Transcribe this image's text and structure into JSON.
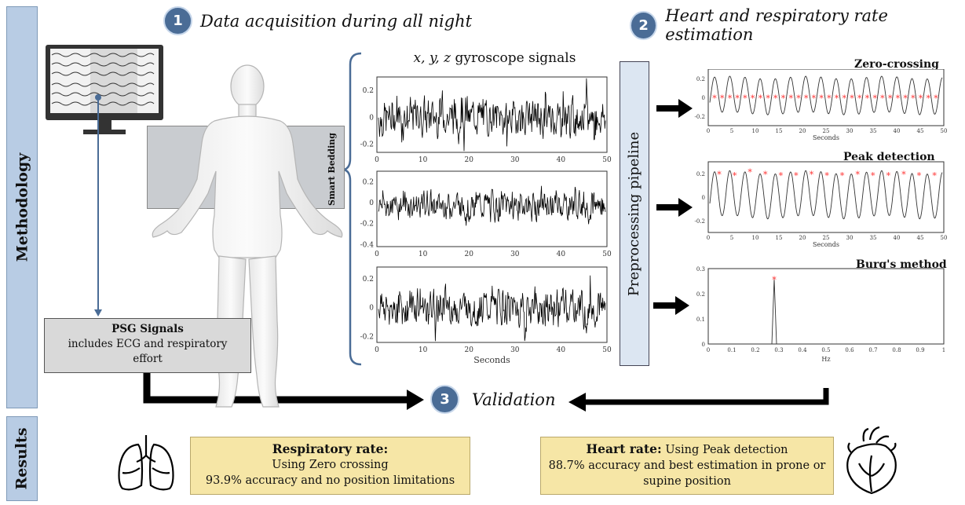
{
  "sidebar": {
    "methodology": "Methodology",
    "results": "Results"
  },
  "steps": [
    {
      "num": "1",
      "label": "Data acquisition during all night"
    },
    {
      "num": "2",
      "label": "Heart and respiratory rate estimation"
    },
    {
      "num": "3",
      "label": "Validation"
    }
  ],
  "psg": {
    "title": "PSG Signals",
    "line1": "includes  ECG and respiratory",
    "line2": "effort"
  },
  "smart_bedding": "Smart Bedding",
  "gyro": {
    "title": "x, y, z gyroscope signals",
    "xlabel": "Seconds",
    "xticks": [
      "0",
      "10",
      "20",
      "30",
      "40",
      "50"
    ],
    "plot1_yticks": [
      "0.2",
      "0",
      "-0.2"
    ],
    "plot2_yticks": [
      "0.2",
      "0",
      "-0.2",
      "-0.4"
    ],
    "plot3_yticks": [
      "0.2",
      "0",
      "-0.2"
    ]
  },
  "preprocessing": "Preprocessing pipeline",
  "methods": {
    "zero": {
      "title": "Zero-crossing",
      "xlabel": "Seconds",
      "yticks": [
        "0.2",
        "0",
        "-0.2"
      ],
      "xticks": [
        "0",
        "5",
        "10",
        "15",
        "20",
        "25",
        "30",
        "35",
        "40",
        "45",
        "50"
      ]
    },
    "peak": {
      "title": "Peak detection",
      "xlabel": "Seconds",
      "yticks": [
        "0.2",
        "0",
        "-0.2"
      ],
      "xticks": [
        "0",
        "5",
        "10",
        "15",
        "20",
        "25",
        "30",
        "35",
        "40",
        "45",
        "50"
      ]
    },
    "burg": {
      "title": "Burg's method",
      "xlabel": "Hz",
      "yticks": [
        "0.3",
        "0.2",
        "0.1",
        "0"
      ],
      "xticks": [
        "0",
        "0.1",
        "0.2",
        "0.3",
        "0.4",
        "0.5",
        "0.6",
        "0.7",
        "0.8",
        "0.9",
        "1"
      ]
    }
  },
  "results": {
    "resp": {
      "title": "Respiratory rate:",
      "line1": "Using Zero crossing",
      "line2": "93.9% accuracy and no position limitations"
    },
    "heart": {
      "title": "Heart rate:",
      "method": " Using Peak detection",
      "line1": "88.7% accuracy and best estimation in prone or",
      "line2": "supine position"
    }
  },
  "colors": {
    "accent": "#4a6c96",
    "sidebar": "#b8cce4",
    "result_box": "#f6e6a6",
    "psg_box": "#d9d9d9",
    "marker": "#ff3333"
  }
}
